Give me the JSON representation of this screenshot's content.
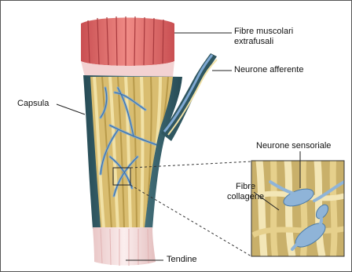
{
  "diagram": {
    "labels": {
      "extrafusal": [
        "Fibre muscolari",
        "extrafusali"
      ],
      "afferent": "Neurone afferente",
      "capsule": "Capsula",
      "sensory": "Neurone sensoriale",
      "collagen": [
        "Fibre",
        "collagene"
      ],
      "tendon": "Tendine"
    },
    "colors": {
      "muscle": "#e06a6a",
      "capsule": "#2f5660",
      "collagen": "#e2cc86",
      "collagen_dark": "#b89a4a",
      "neuron": "#7fa9d3",
      "tendon": "#f4dede"
    }
  }
}
